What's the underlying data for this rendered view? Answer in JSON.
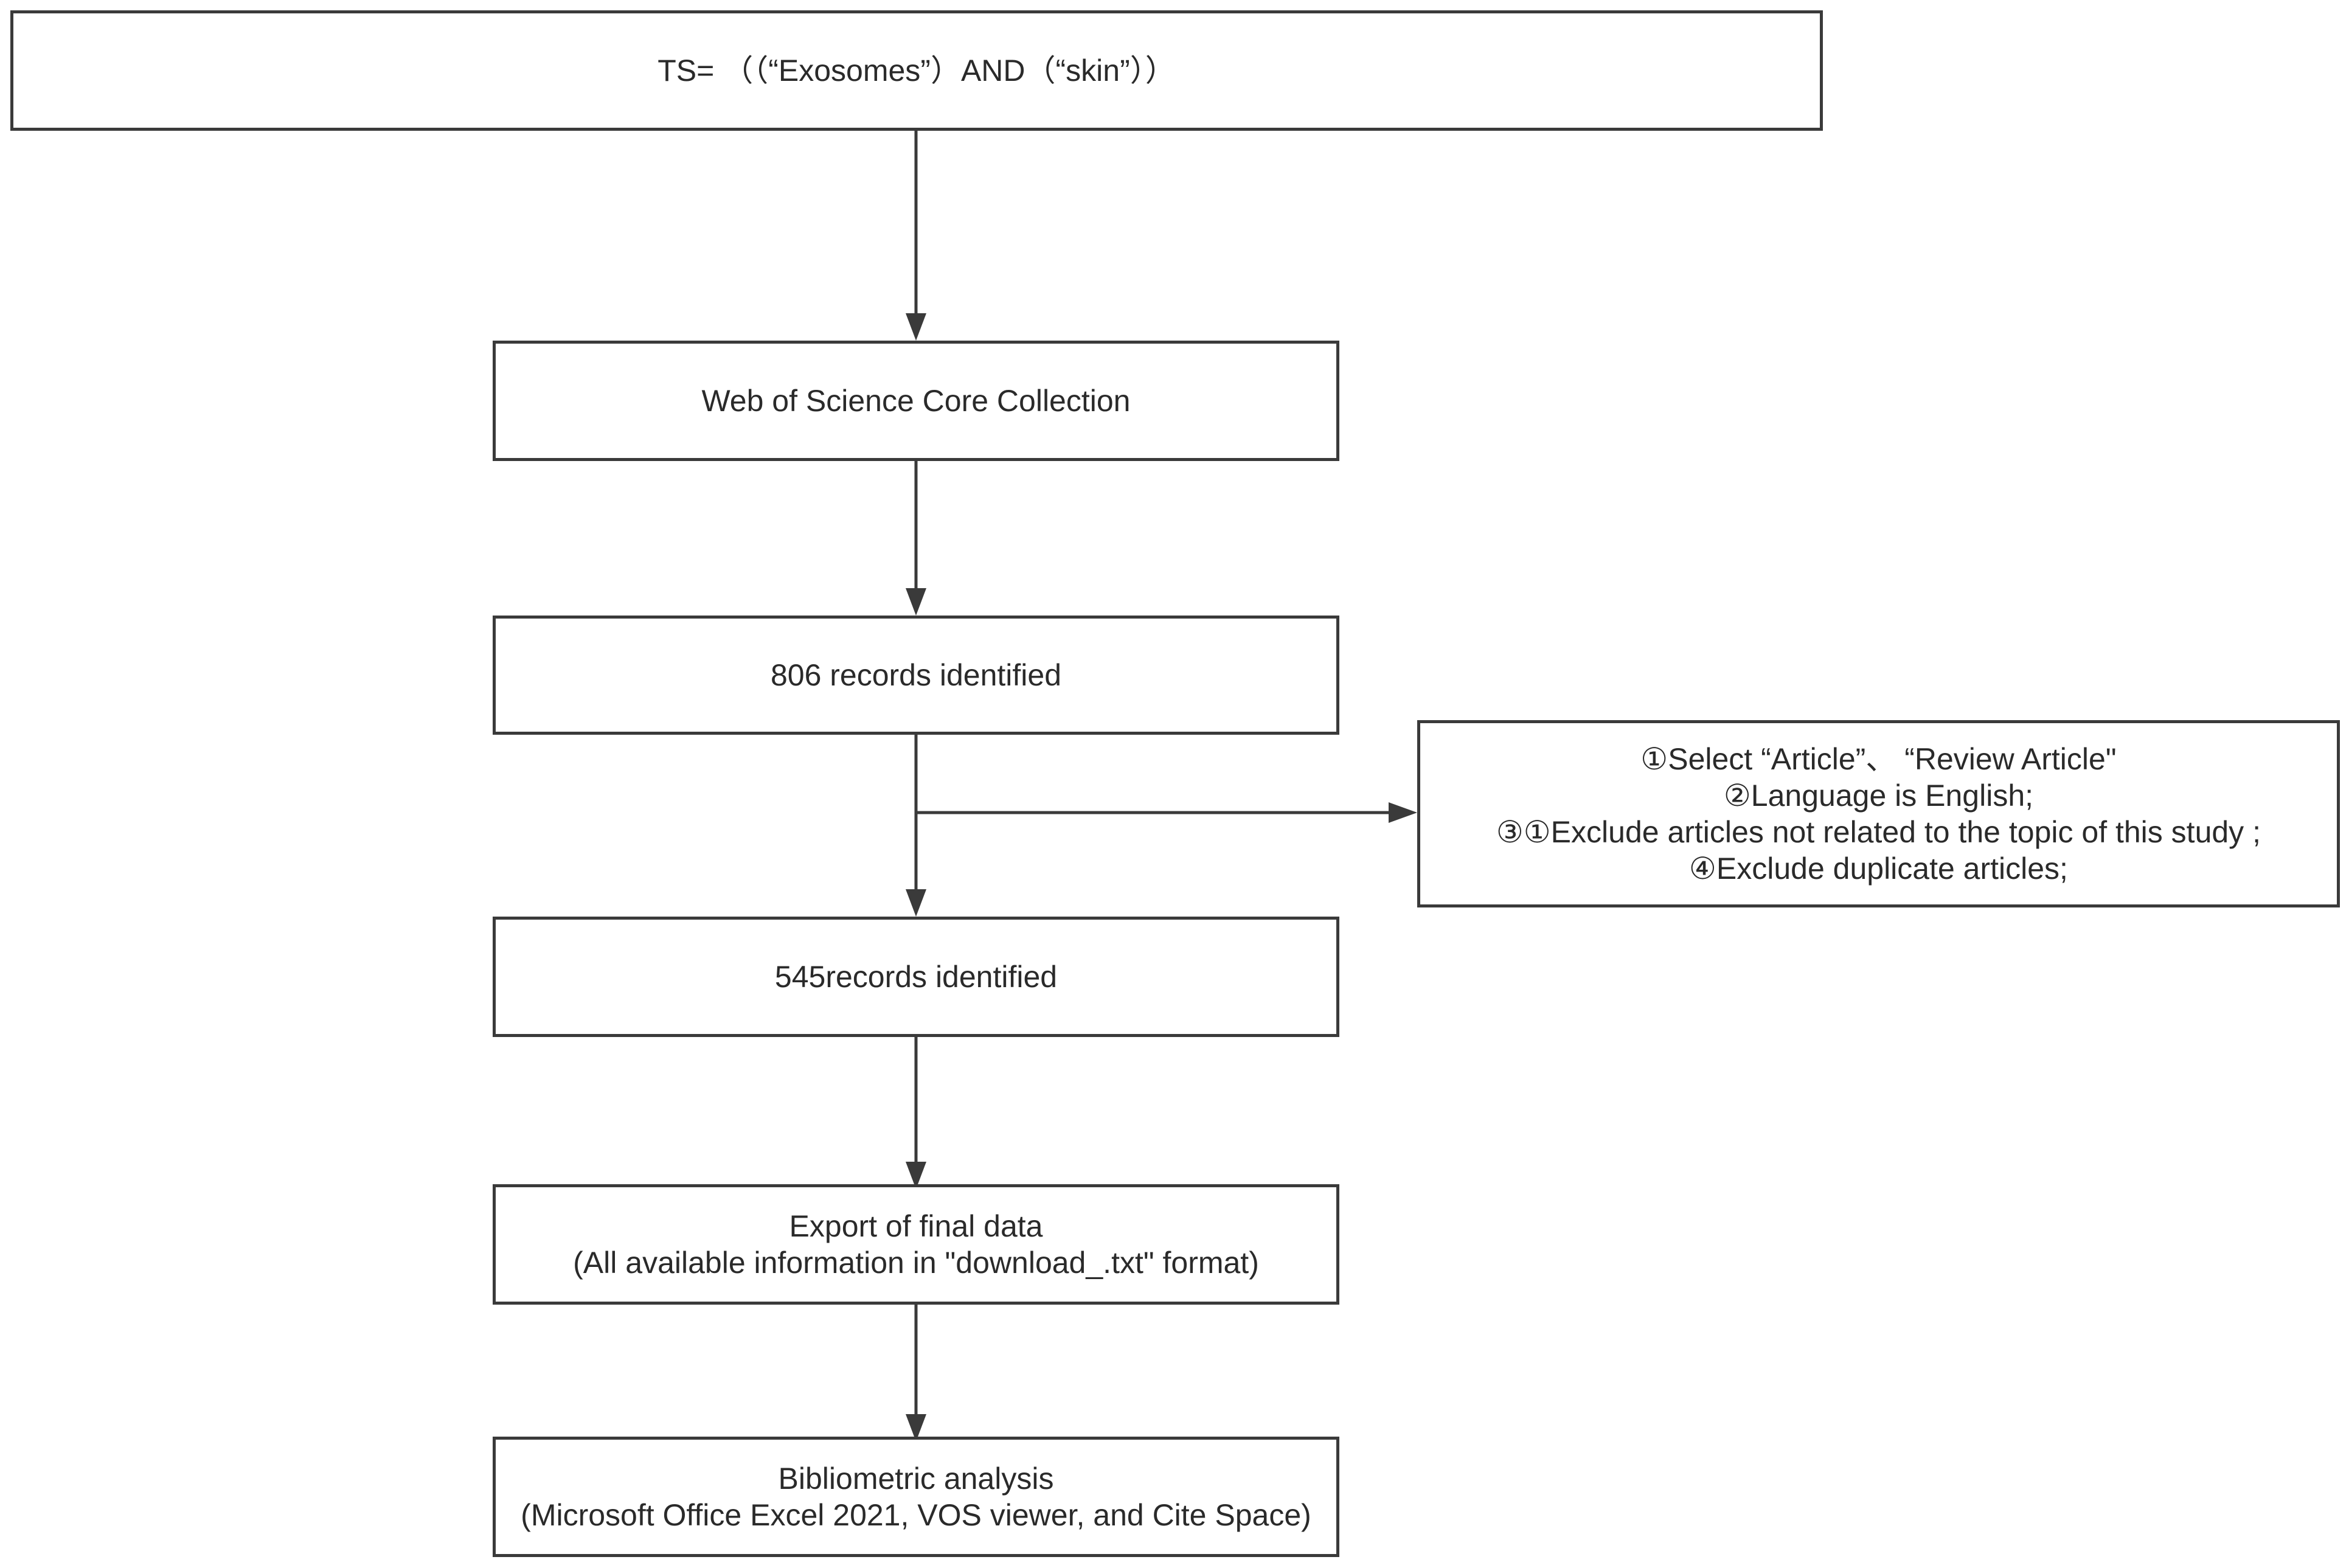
{
  "flowchart": {
    "search_query": "TS= （（“Exosomes”）AND（“skin”））",
    "database": "Web of Science Core Collection",
    "records_initial": "806 records identified",
    "exclusion_criteria": [
      "①Select “Article”、 “Review Article\"",
      "②Language is English;",
      "③①Exclude articles not related to the topic of this study ;",
      "④Exclude duplicate articles;"
    ],
    "records_final": "545records identified",
    "export": [
      "Export of final data",
      "(All available information in \"download_.txt\" format)"
    ],
    "analysis": [
      "Bibliometric analysis",
      "(Microsoft Office Excel 2021, VOS viewer, and Cite Space)"
    ]
  },
  "colors": {
    "line": "#3a3a3a",
    "text": "#2a2a2a",
    "background": "#ffffff"
  }
}
